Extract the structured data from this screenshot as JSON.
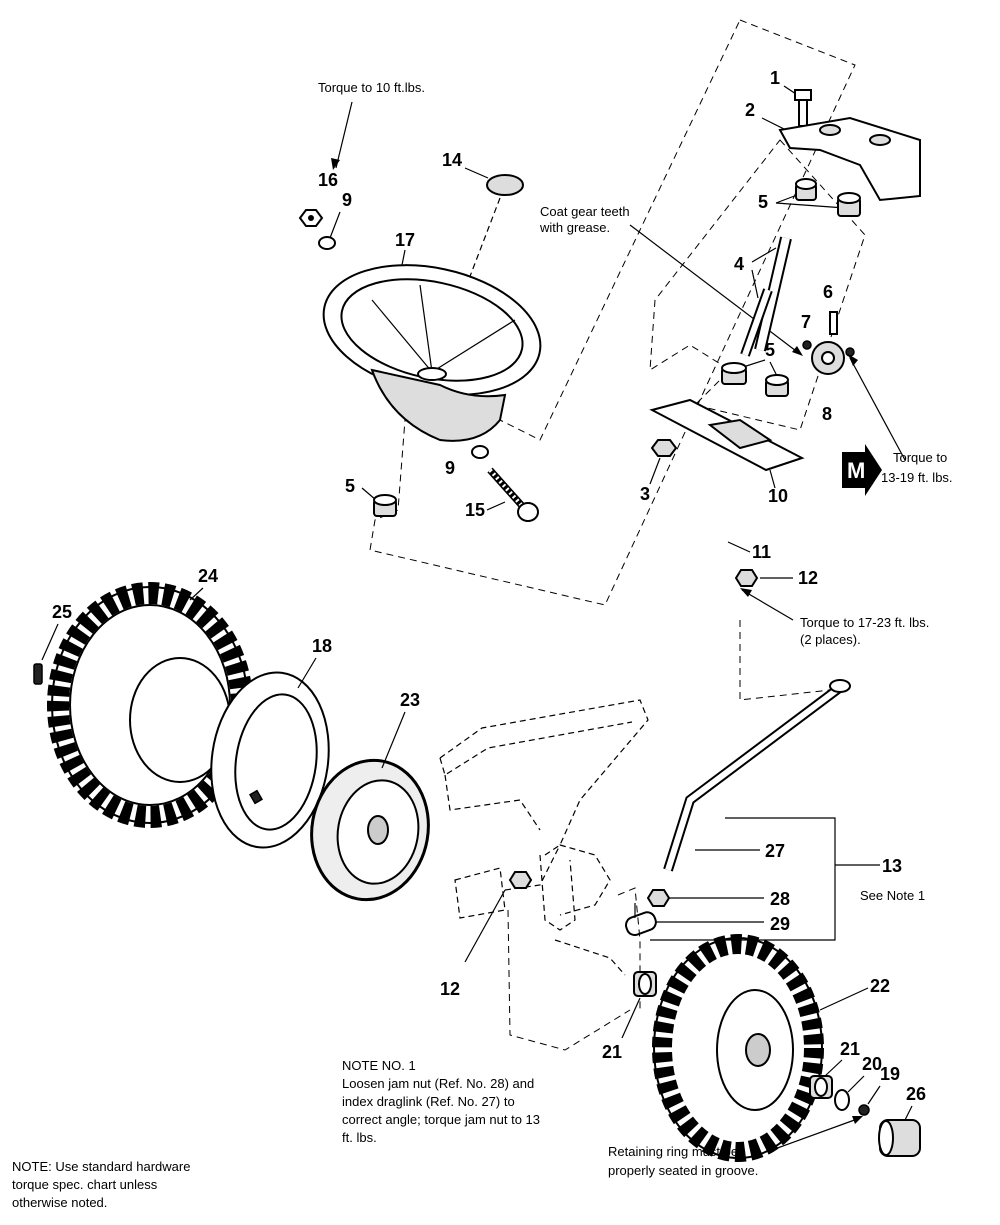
{
  "notes": {
    "torque_wheel_nut": "Torque to 10 ft.lbs.",
    "coat_gear_1": "Coat gear teeth",
    "coat_gear_2": "with grease.",
    "torque_sector_1": "Torque to",
    "torque_sector_2": "13-19 ft. lbs.",
    "torque_arm_1": "Torque to 17-23 ft. lbs.",
    "torque_arm_2": "(2 places).",
    "see_note": "See Note 1",
    "note1_title": "NOTE NO. 1",
    "note1_line1": "Loosen jam nut (Ref. No. 28) and",
    "note1_line2": "index draglink (Ref. No. 27) to",
    "note1_line3": "correct angle; torque jam nut to 13",
    "note1_line4": "ft. lbs.",
    "retain_1": "Retaining ring must be",
    "retain_2": "properly seated in groove.",
    "general_1": "NOTE: Use standard hardware",
    "general_2": "torque spec. chart unless",
    "general_3": "otherwise noted."
  },
  "badge": {
    "letter": "M"
  },
  "callouts": {
    "n1": "1",
    "n2": "2",
    "n3": "3",
    "n4": "4",
    "n5a": "5",
    "n5b": "5",
    "n5c": "5",
    "n6": "6",
    "n7": "7",
    "n8": "8",
    "n9a": "9",
    "n9b": "9",
    "n10": "10",
    "n11": "11",
    "n12a": "12",
    "n12b": "12",
    "n13": "13",
    "n14": "14",
    "n15": "15",
    "n16": "16",
    "n17": "17",
    "n18": "18",
    "n19": "19",
    "n20": "20",
    "n21a": "21",
    "n21b": "21",
    "n22": "22",
    "n23": "23",
    "n24": "24",
    "n25": "25",
    "n26": "26",
    "n27": "27",
    "n28": "28",
    "n29": "29"
  }
}
